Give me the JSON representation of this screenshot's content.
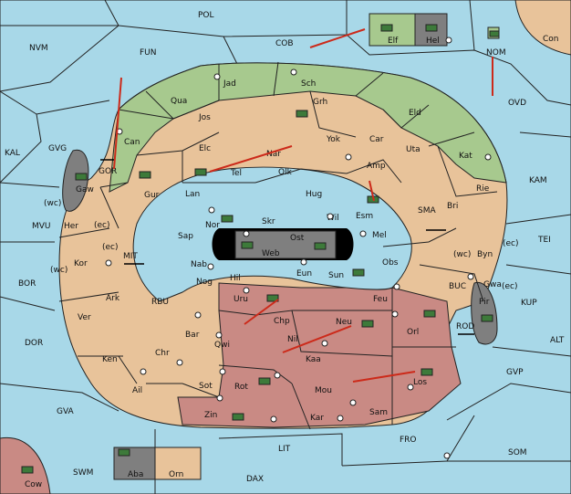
{
  "colors": {
    "sea": "#a8d8e8",
    "neutral": "#e8c39a",
    "green_power": "#a7c98e",
    "grey_power": "#7f7f7f",
    "red_power": "#c98a84",
    "unit": "#3d7a3a",
    "move_arrow": "#cc2a1a"
  },
  "labels": {
    "POL": "POL",
    "NVM": "NVM",
    "FUN": "FUN",
    "COB": "COB",
    "Elf": "Elf",
    "Hel": "Hel",
    "NOM": "NOM",
    "Con": "Con",
    "OVD": "OVD",
    "KAL": "KAL",
    "GVG": "GVG",
    "KAM": "KAM",
    "TEI": "TEI",
    "MVU": "MVU",
    "BOR": "BOR",
    "DOR": "DOR",
    "GVA": "GVA",
    "SWM": "SWM",
    "Cow": "Cow",
    "DAX": "DAX",
    "LIT": "LIT",
    "FRO": "FRO",
    "SOM": "SOM",
    "GVP": "GVP",
    "ALT": "ALT",
    "KUP": "KUP",
    "BUC": "BUC",
    "ROD": "ROD",
    "RBU": "RBU",
    "MIT": "MIT",
    "SMA": "SMA",
    "GOR": "GOR",
    "Jad": "Jad",
    "Sch": "Sch",
    "Qua": "Qua",
    "Jos": "Jos",
    "Grh": "Grh",
    "Eld": "Eld",
    "Can": "Can",
    "Yok": "Yok",
    "Car": "Car",
    "Uta": "Uta",
    "Kat": "Kat",
    "Elc": "Elc",
    "Nar": "Nar",
    "Amp": "Amp",
    "Gur": "Gur",
    "Tel": "Tel",
    "Olk": "Olk",
    "Gaw": "Gaw",
    "Lan": "Lan",
    "Hug": "Hug",
    "Esm": "Esm",
    "Bri": "Bri",
    "Rie": "Rie",
    "Her": "Her",
    "wc1": "(wc)",
    "ec1": "(ec)",
    "Nor": "Nor",
    "Wil": "Wil",
    "Skr": "Skr",
    "Ost": "Ost",
    "Web": "Web",
    "Mel": "Mel",
    "Sap": "Sap",
    "ec2": "(ec)",
    "Kor": "Kor",
    "wc2": "(wc)",
    "Byn": "Byn",
    "ec3": "(ec)",
    "wc3": "(wc)",
    "Nab": "Nab",
    "Eun": "Eun",
    "Sun": "Sun",
    "Obs": "Obs",
    "Gwa": "Gwa",
    "ec4": "(ec)",
    "Hil": "Hil",
    "Nog": "Nog",
    "Ark": "Ark",
    "Uru": "Uru",
    "Feu": "Feu",
    "Pir": "Pir",
    "Ver": "Ver",
    "Chp": "Chp",
    "Neu": "Neu",
    "Orl": "Orl",
    "Bar": "Bar",
    "Qwi": "Qwi",
    "Nil": "Nil",
    "Ken": "Ken",
    "Chr": "Chr",
    "Kaa": "Kaa",
    "Rot": "Rot",
    "Sot": "Sot",
    "Mou": "Mou",
    "Los": "Los",
    "Ail": "Ail",
    "Zin": "Zin",
    "Kar": "Kar",
    "Sam": "Sam",
    "Aba": "Aba",
    "Orn": "Orn"
  }
}
